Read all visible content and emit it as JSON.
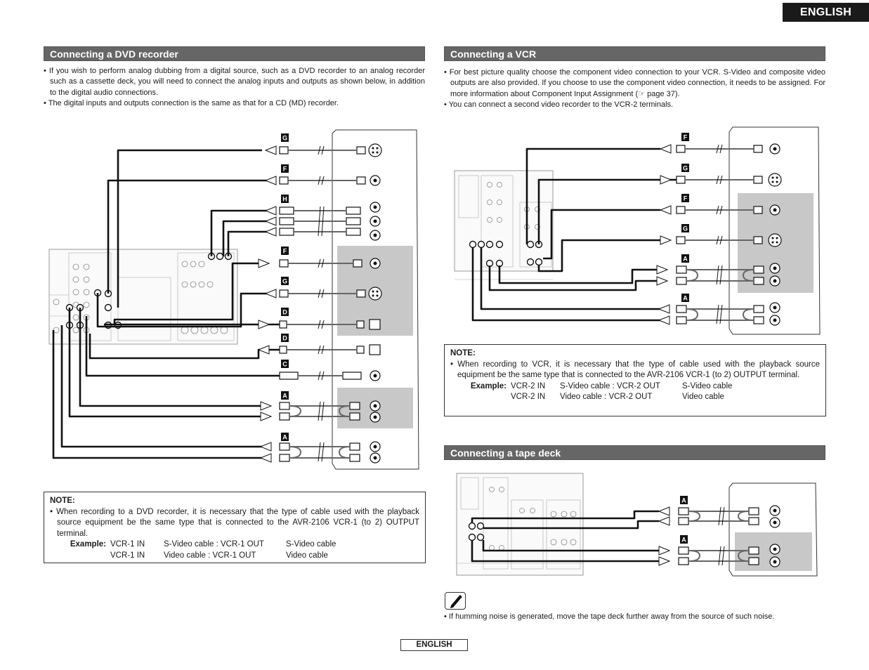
{
  "header": {
    "language_tab": "ENGLISH"
  },
  "left": {
    "title": "Connecting a DVD recorder",
    "bullets": [
      "If you wish to perform analog dubbing from a digital source, such as a DVD recorder to an analog recorder such as a cassette deck, you will need to connect the analog inputs and outputs as shown below, in addition to the digital audio connections.",
      "The digital inputs and outputs connection is the same as that for a CD (MD) recorder."
    ],
    "connector_labels": [
      "G",
      "F",
      "H",
      "F",
      "G",
      "D",
      "D",
      "C",
      "A",
      "A"
    ],
    "note": {
      "title": "NOTE:",
      "text": "When recording to a DVD recorder, it is necessary that the type of cable used with the playback source equipment be the same type that is connected to the AVR-2106 VCR-1 (to 2) OUTPUT terminal.",
      "example_label": "Example:",
      "rows": [
        {
          "input": "VCR-1 IN",
          "cable": "S-Video cable : VCR-1 OUT",
          "type": "S-Video cable"
        },
        {
          "input": "VCR-1 IN",
          "cable": "Video cable : VCR-1 OUT",
          "type": "Video cable"
        }
      ]
    }
  },
  "right": {
    "vcr": {
      "title": "Connecting a VCR",
      "bullets": [
        "For best picture quality choose the component video connection to your VCR. S-Video and composite video outputs are also provided. If you choose to use the component video connection, it needs to be assigned. For more information about Component Input Assignment (☞ page 37).",
        "You can connect a second video recorder to the VCR-2 terminals."
      ],
      "connector_labels": [
        "F",
        "G",
        "F",
        "G",
        "A",
        "A"
      ],
      "note": {
        "title": "NOTE:",
        "text": "When recording to VCR, it is necessary that the type of cable used with the playback source equipment be the same type that is connected to the AVR-2106 VCR-1 (to 2) OUTPUT terminal.",
        "example_label": "Example:",
        "rows": [
          {
            "input": "VCR-2 IN",
            "cable": "S-Video cable : VCR-2 OUT",
            "type": "S-Video cable"
          },
          {
            "input": "VCR-2 IN",
            "cable": "Video cable : VCR-2 OUT",
            "type": "Video cable"
          }
        ]
      }
    },
    "tape": {
      "title": "Connecting a tape deck",
      "connector_labels": [
        "A",
        "A"
      ],
      "hint": "If humming noise is generated, move the tape deck further away from the source of such noise."
    }
  },
  "footer": {
    "label": "ENGLISH"
  }
}
